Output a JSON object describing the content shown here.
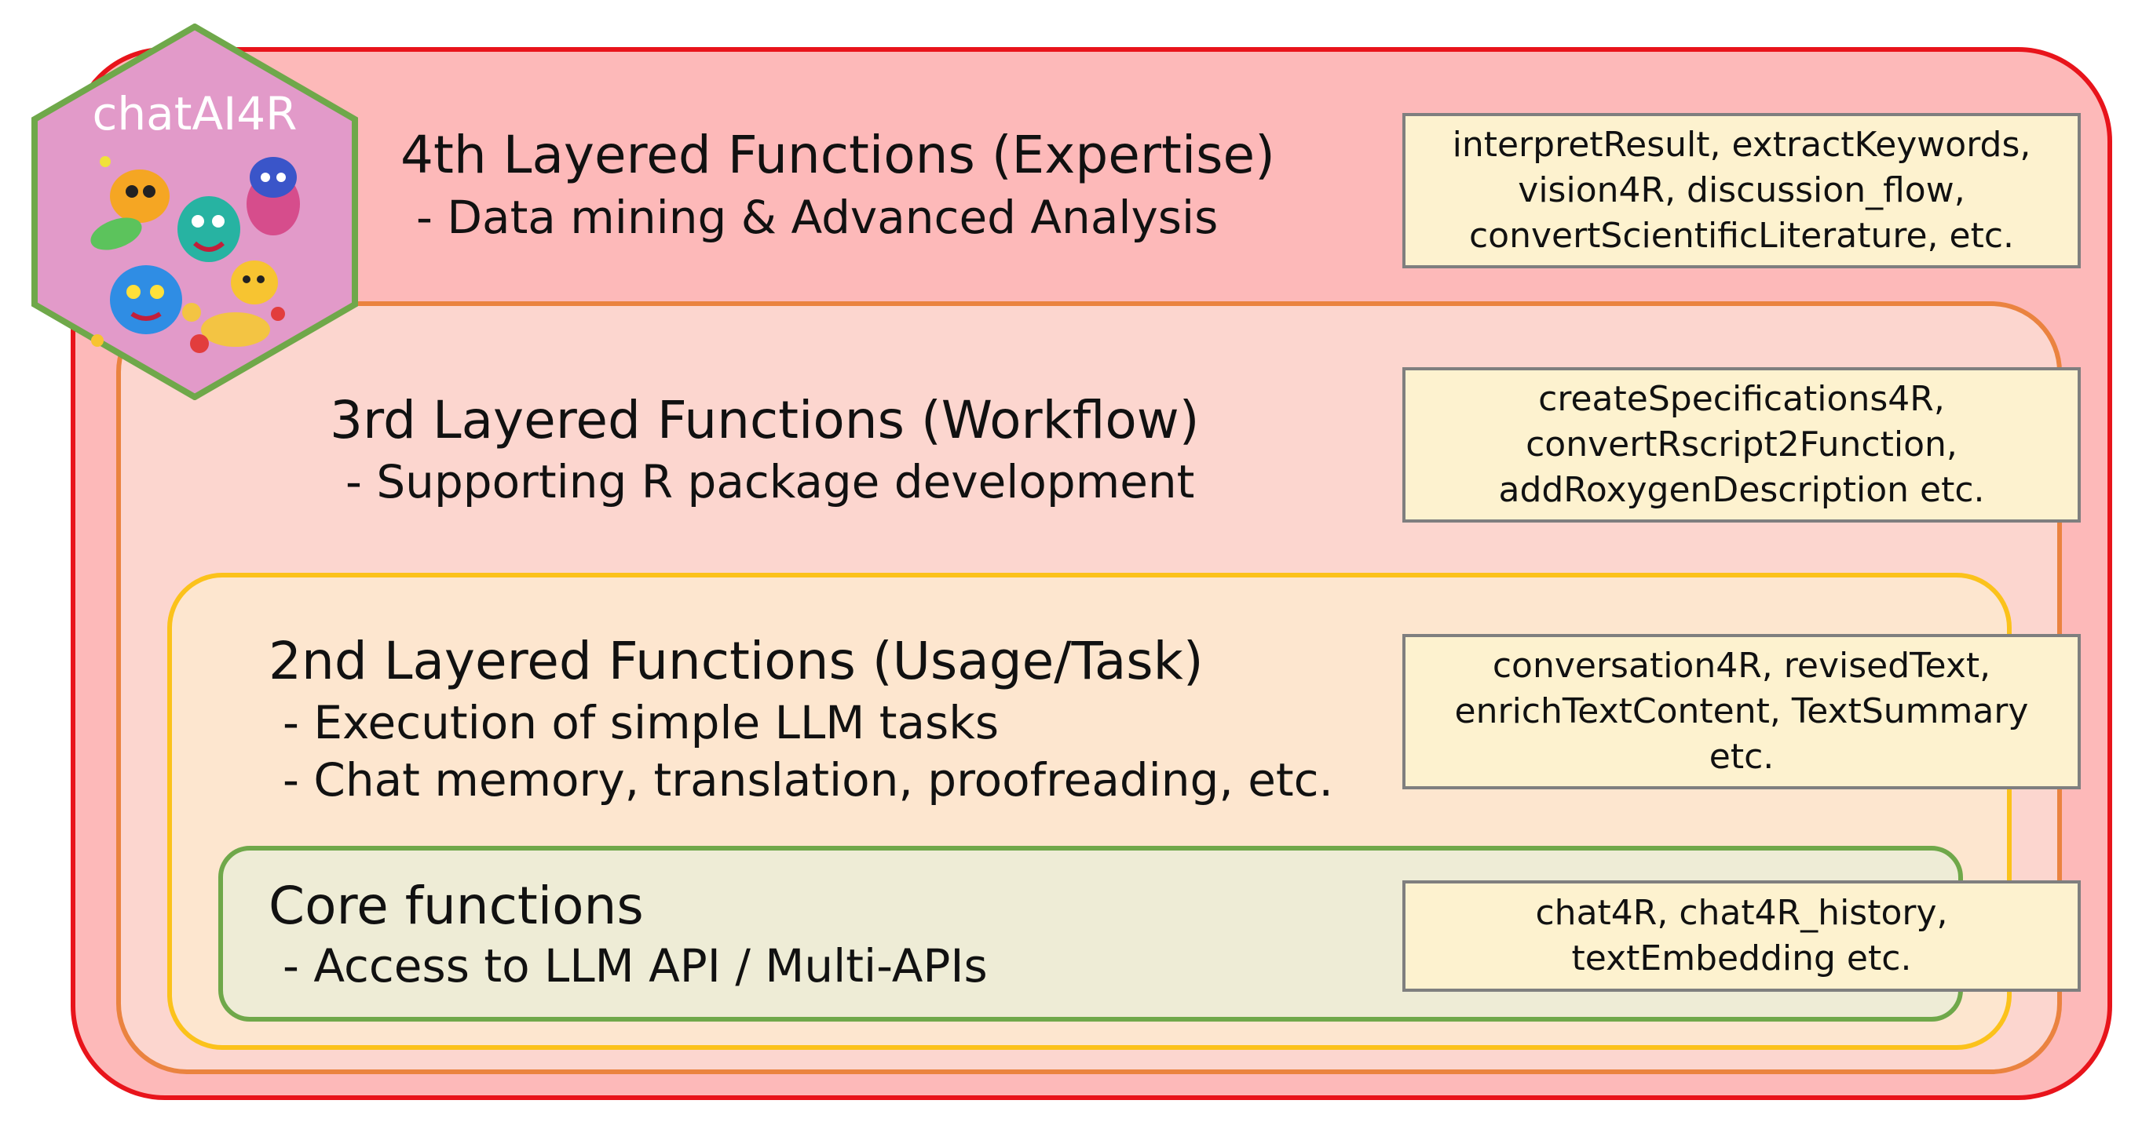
{
  "logo": {
    "text": "chatAI4R",
    "colors": {
      "fill": "#e29ac9",
      "border": "#6fa84a"
    }
  },
  "layers": [
    {
      "id": "layer4",
      "title": "4th Layered Functions (Expertise)",
      "lines": [
        "- Data mining & Advanced Analysis"
      ],
      "functions": [
        "interpretResult, extractKeywords,",
        "vision4R, discussion_flow,",
        "convertScientificLiterature, etc."
      ],
      "border_color": "#e8141b",
      "fill_color": "#fdb9b9"
    },
    {
      "id": "layer3",
      "title": "3rd Layered Functions (Workflow)",
      "lines": [
        "- Supporting R package development"
      ],
      "functions": [
        "createSpecifications4R,",
        "convertRscript2Function,",
        "addRoxygenDescription etc."
      ],
      "border_color": "#ea8340",
      "fill_color": "#fcd6cf"
    },
    {
      "id": "layer2",
      "title": "2nd Layered Functions (Usage/Task)",
      "lines": [
        "- Execution of simple LLM tasks",
        "- Chat memory, translation, proofreading, etc."
      ],
      "functions": [
        "conversation4R, revisedText,",
        "enrichTextContent, TextSummary",
        "etc."
      ],
      "border_color": "#fbc21b",
      "fill_color": "#fde6cf"
    },
    {
      "id": "layer1",
      "title": "Core functions",
      "lines": [
        "- Access to LLM API / Multi-APIs"
      ],
      "functions": [
        "chat4R, chat4R_history,",
        "textEmbedding etc."
      ],
      "border_color": "#6fa84a",
      "fill_color": "#eeecd6"
    }
  ],
  "function_box_colors": {
    "fill": "#fdf2cf",
    "border": "#7f7f7f"
  }
}
